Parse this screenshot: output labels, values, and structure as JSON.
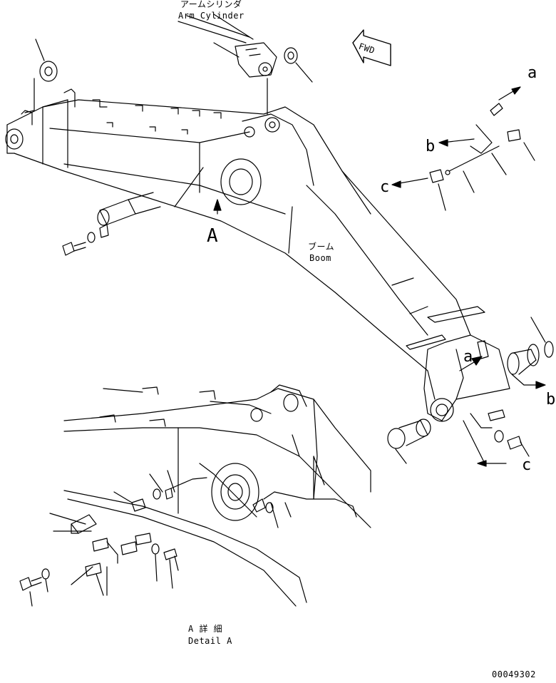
{
  "labels": {
    "arm_cylinder_jp": "アームシリンダ",
    "arm_cylinder_en": "Arm Cylinder",
    "fwd": "FWD",
    "boom_jp": "ブーム",
    "boom_en": "Boom",
    "detail_marker": "A",
    "ref_a_top": "a",
    "ref_b_top": "b",
    "ref_c_top": "c",
    "ref_a_right": "a",
    "ref_b_right": "b",
    "ref_c_right": "c",
    "detail_title_jp": "A 詳 細",
    "detail_title_en": "Detail A",
    "drawing_number": "00049302"
  }
}
